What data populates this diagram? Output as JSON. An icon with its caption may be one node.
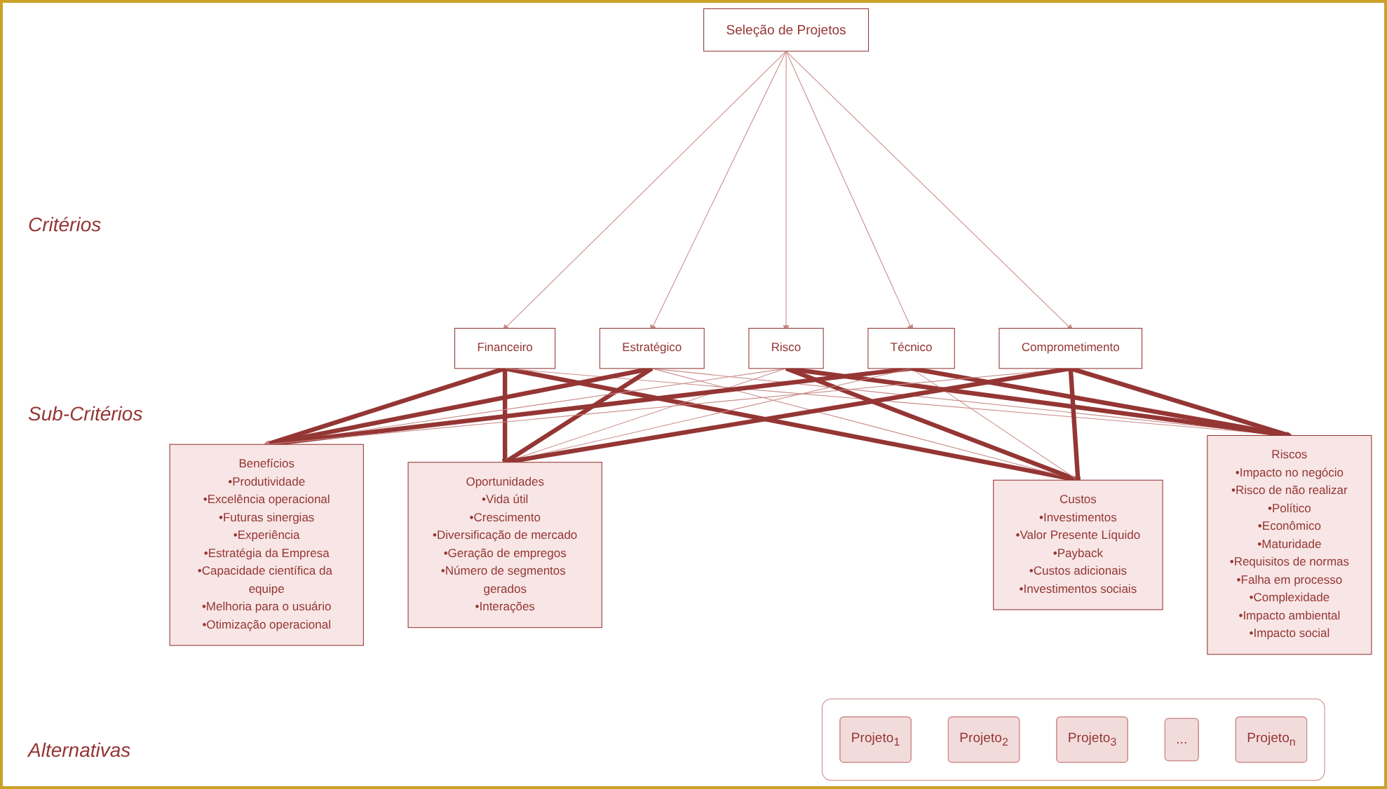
{
  "diagram": {
    "nodes": [
      {
        "text": [
          "Seleção de Projetos"
        ]
      },
      {
        "text": [
          "Financeiro"
        ]
      },
      {
        "text": [
          "Estratégico"
        ]
      },
      {
        "text": [
          "Risco"
        ]
      },
      {
        "text": [
          "Técnico"
        ]
      },
      {
        "text": [
          "Comprometimento"
        ]
      },
      {
        "text": [
          "Benefícios",
          "•Produtividade",
          "•Excelência operacional",
          "•Futuras sinergias",
          "•Experiência",
          "•Estratégia da Empresa",
          "•Capacidade científica da equipe",
          "•Melhoria para o usuário",
          "•Otimização operacional"
        ]
      },
      {
        "text": [
          "Oportunidades",
          "•Vida útil",
          "•Crescimento",
          "•Diversificação de mercado",
          "•Geração de empregos",
          "•Número de segmentos gerados",
          "•Interações"
        ]
      },
      {
        "text": [
          "Custos",
          "•Investimentos",
          "•Valor Presente Líquido",
          "•Payback",
          "•Custos adicionais",
          "•Investimentos sociais"
        ]
      },
      {
        "text": [
          "Riscos",
          "•Impacto no negócio",
          "•Risco de não realizar",
          "•Político",
          "•Econômico",
          "•Maturidade",
          "•Requisitos de normas",
          "•Falha em processo",
          "•Complexidade",
          "•Impacto ambiental",
          "•Impacto social"
        ]
      },
      {
        "text": [],
        "shape": "box"
      },
      {
        "text": [
          "Projeto$_{1}$"
        ],
        "in": 10
      },
      {
        "text": [
          "Projeto$_{2}$"
        ],
        "in": 10
      },
      {
        "text": [
          "Projeto$_{3}$"
        ],
        "in": 10
      },
      {
        "text": [
          "..."
        ],
        "in": 10
      },
      {
        "text": [
          "Projeto$_{n}$"
        ],
        "in": 10
      }
    ],
    "edges": [
      {
        "from": 0,
        "to": 1,
        "arrow": "to"
      },
      {
        "from": 0,
        "to": 2,
        "arrow": "to"
      },
      {
        "from": 0,
        "to": 3,
        "arrow": "to"
      },
      {
        "from": 0,
        "to": 4,
        "arrow": "to"
      },
      {
        "from": 0,
        "to": 5,
        "arrow": "to"
      },
      {
        "from": 1,
        "to": 6,
        "arrow": "to",
        "style": "thick"
      },
      {
        "from": 1,
        "to": 7,
        "arrow": "to",
        "style": "thick"
      },
      {
        "from": 1,
        "to": 8,
        "arrow": "to",
        "style": "thick"
      },
      {
        "from": 1,
        "to": 9,
        "arrow": "to"
      },
      {
        "from": 2,
        "to": 6,
        "arrow": "to",
        "style": "thick"
      },
      {
        "from": 2,
        "to": 7,
        "arrow": "to",
        "style": "thick"
      },
      {
        "from": 2,
        "to": 8,
        "arrow": "to"
      },
      {
        "from": 2,
        "to": 9,
        "arrow": "to"
      },
      {
        "from": 3,
        "to": 6,
        "arrow": "to"
      },
      {
        "from": 3,
        "to": 7,
        "arrow": "to"
      },
      {
        "from": 3,
        "to": 8,
        "arrow": "to",
        "style": "thick"
      },
      {
        "from": 3,
        "to": 9,
        "arrow": "to",
        "style": "thick"
      },
      {
        "from": 4,
        "to": 6,
        "arrow": "to",
        "style": "thick"
      },
      {
        "from": 4,
        "to": 7,
        "arrow": "to"
      },
      {
        "from": 4,
        "to": 8,
        "arrow": "to"
      },
      {
        "from": 4,
        "to": 9,
        "arrow": "to",
        "style": "thick"
      },
      {
        "from": 5,
        "to": 6,
        "arrow": "to"
      },
      {
        "from": 5,
        "to": 7,
        "arrow": "to",
        "style": "thick"
      },
      {
        "from": 5,
        "to": 8,
        "arrow": "to",
        "style": "thick"
      },
      {
        "from": 5,
        "to": 9,
        "arrow": "to",
        "style": "thick"
      }
    ],
    "labels": [
      "Critérios",
      "Sub-Critérios",
      "Alternativas"
    ]
  }
}
